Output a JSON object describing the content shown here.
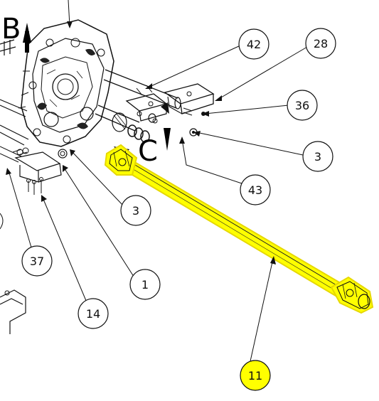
{
  "view_labels": {
    "b": "B",
    "c": "C"
  },
  "callouts": [
    {
      "id": "callout-42",
      "number": "42",
      "highlighted": false
    },
    {
      "id": "callout-28",
      "number": "28",
      "highlighted": false
    },
    {
      "id": "callout-36",
      "number": "36",
      "highlighted": false
    },
    {
      "id": "callout-3-right",
      "number": "3",
      "highlighted": false
    },
    {
      "id": "callout-43",
      "number": "43",
      "highlighted": false
    },
    {
      "id": "callout-3-left",
      "number": "3",
      "highlighted": false
    },
    {
      "id": "callout-37",
      "number": "37",
      "highlighted": false
    },
    {
      "id": "callout-1",
      "number": "1",
      "highlighted": false
    },
    {
      "id": "callout-14",
      "number": "14",
      "highlighted": false
    },
    {
      "id": "callout-11",
      "number": "11",
      "highlighted": true
    }
  ],
  "colors": {
    "highlight": "#FFFF00",
    "highlight_outline": "#E6D800",
    "line": "#111111",
    "background": "#FFFFFF"
  }
}
